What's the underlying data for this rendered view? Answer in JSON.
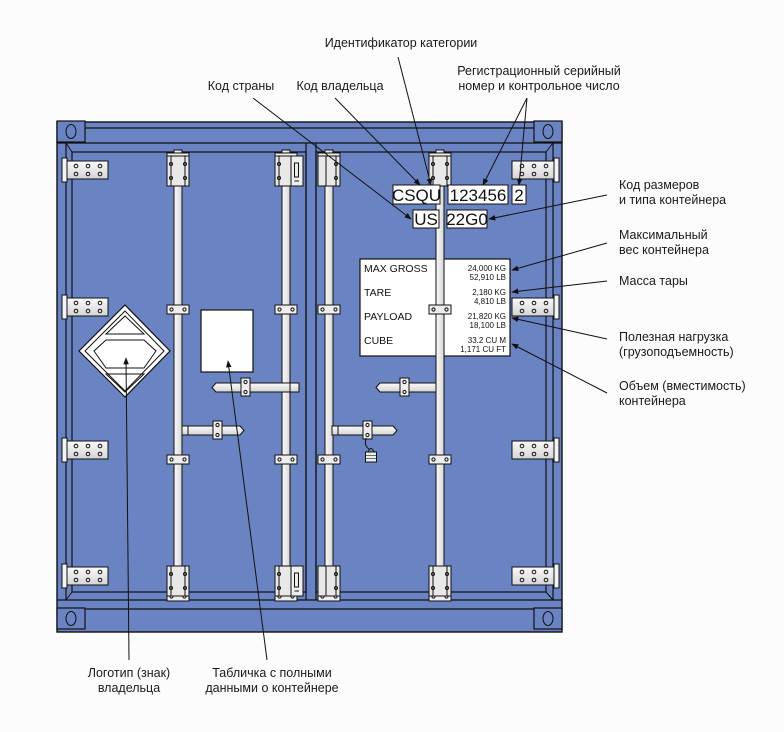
{
  "colors": {
    "container": "#6a83c2",
    "outline": "#111111",
    "metal": "#e6e6e6",
    "background": "#fcfcfc",
    "white": "#ffffff"
  },
  "codes": {
    "owner": "CSQU",
    "serial": "123456",
    "check": "2",
    "country": "US",
    "size_type": "22G0"
  },
  "plate": {
    "rows": [
      {
        "label": "MAX GROSS",
        "v1": "24,000 KG",
        "v2": "52,910 LB"
      },
      {
        "label": "TARE",
        "v1": "2,180 KG",
        "v2": "4,810 LB"
      },
      {
        "label": "PAYLOAD",
        "v1": "21,820 KG",
        "v2": "18,100 LB"
      },
      {
        "label": "CUBE",
        "v1": "33.2 CU M",
        "v2": "1,171 CU FT"
      }
    ]
  },
  "labels": {
    "category_id": "Идентификатор категории",
    "country_code": "Код страны",
    "owner_code": "Код владельца",
    "serial_line1": "Регистрационный серийный",
    "serial_line2": "номер и контрольное число",
    "size_line1": "Код размеров",
    "size_line2": "и типа контейнера",
    "maxw_line1": "Максимальный",
    "maxw_line2": "вес контейнера",
    "tare": "Масса тары",
    "payload_line1": "Полезная нагрузка",
    "payload_line2": "(грузоподъемность)",
    "volume_line1": "Объем (вместимость)",
    "volume_line2": "контейнера",
    "logo_line1": "Логотип (знак)",
    "logo_line2": "владельца",
    "plate_line1": "Табличка с полными",
    "plate_line2": "данными о контейнере"
  }
}
